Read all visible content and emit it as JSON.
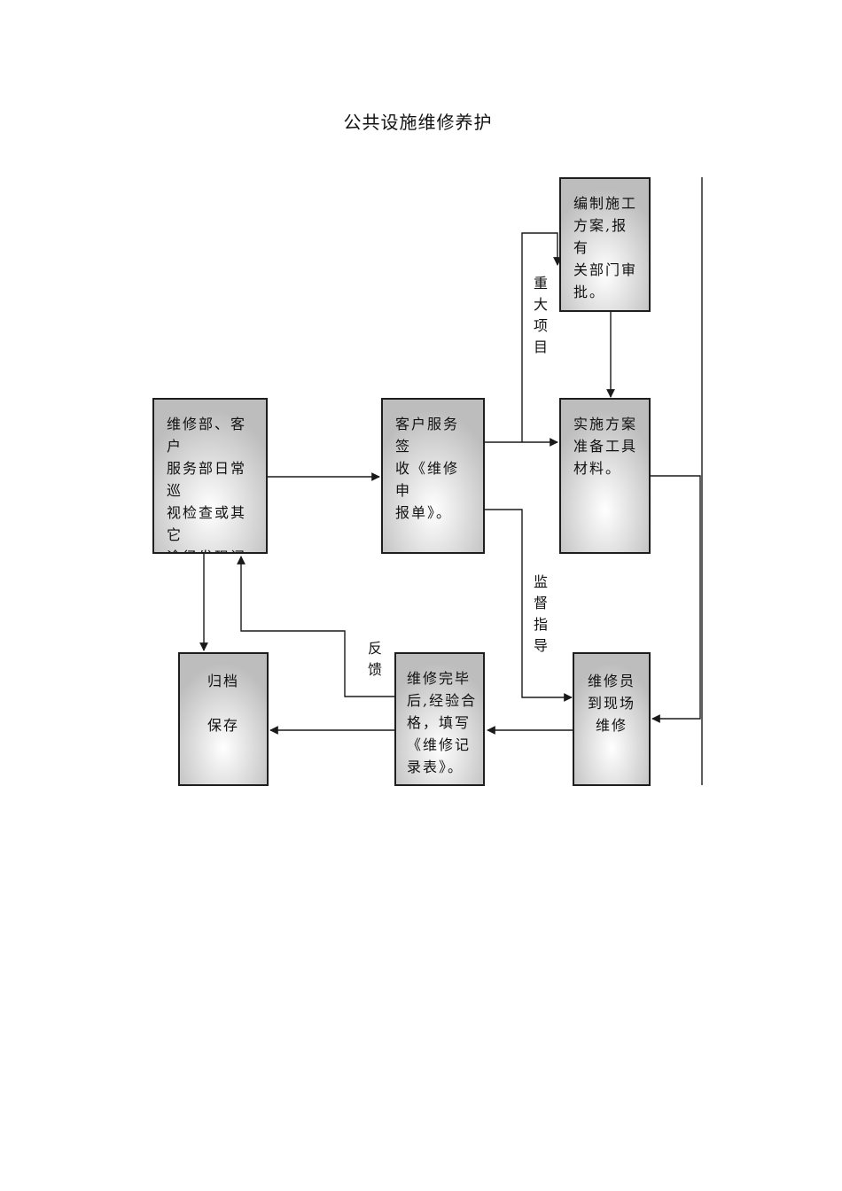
{
  "title": "公共设施维修养护",
  "nodes": {
    "inspect": "维修部、客户\n服务部日常巡\n视检查或其它\n途径发现问\n题，填《维修\n申报单》。",
    "service_sign": "客户服务签\n收《维修申\n报单》。",
    "plan": "编制施工\n方案,报有\n关部门审\n批。",
    "implement": "实施方案\n准备工具\n材料。",
    "archive": "归档\n\n保存",
    "complete": "维修完毕\n后,经验合\n格，填写\n《维修记\n录表》。",
    "repairman": "维修员\n到现场\n维修"
  },
  "edge_labels": {
    "major_project": "重\n大\n项\n目",
    "supervise": "监\n督\n指\n导",
    "feedback": "反\n馈"
  },
  "colors": {
    "line": "#1a1a1a"
  }
}
